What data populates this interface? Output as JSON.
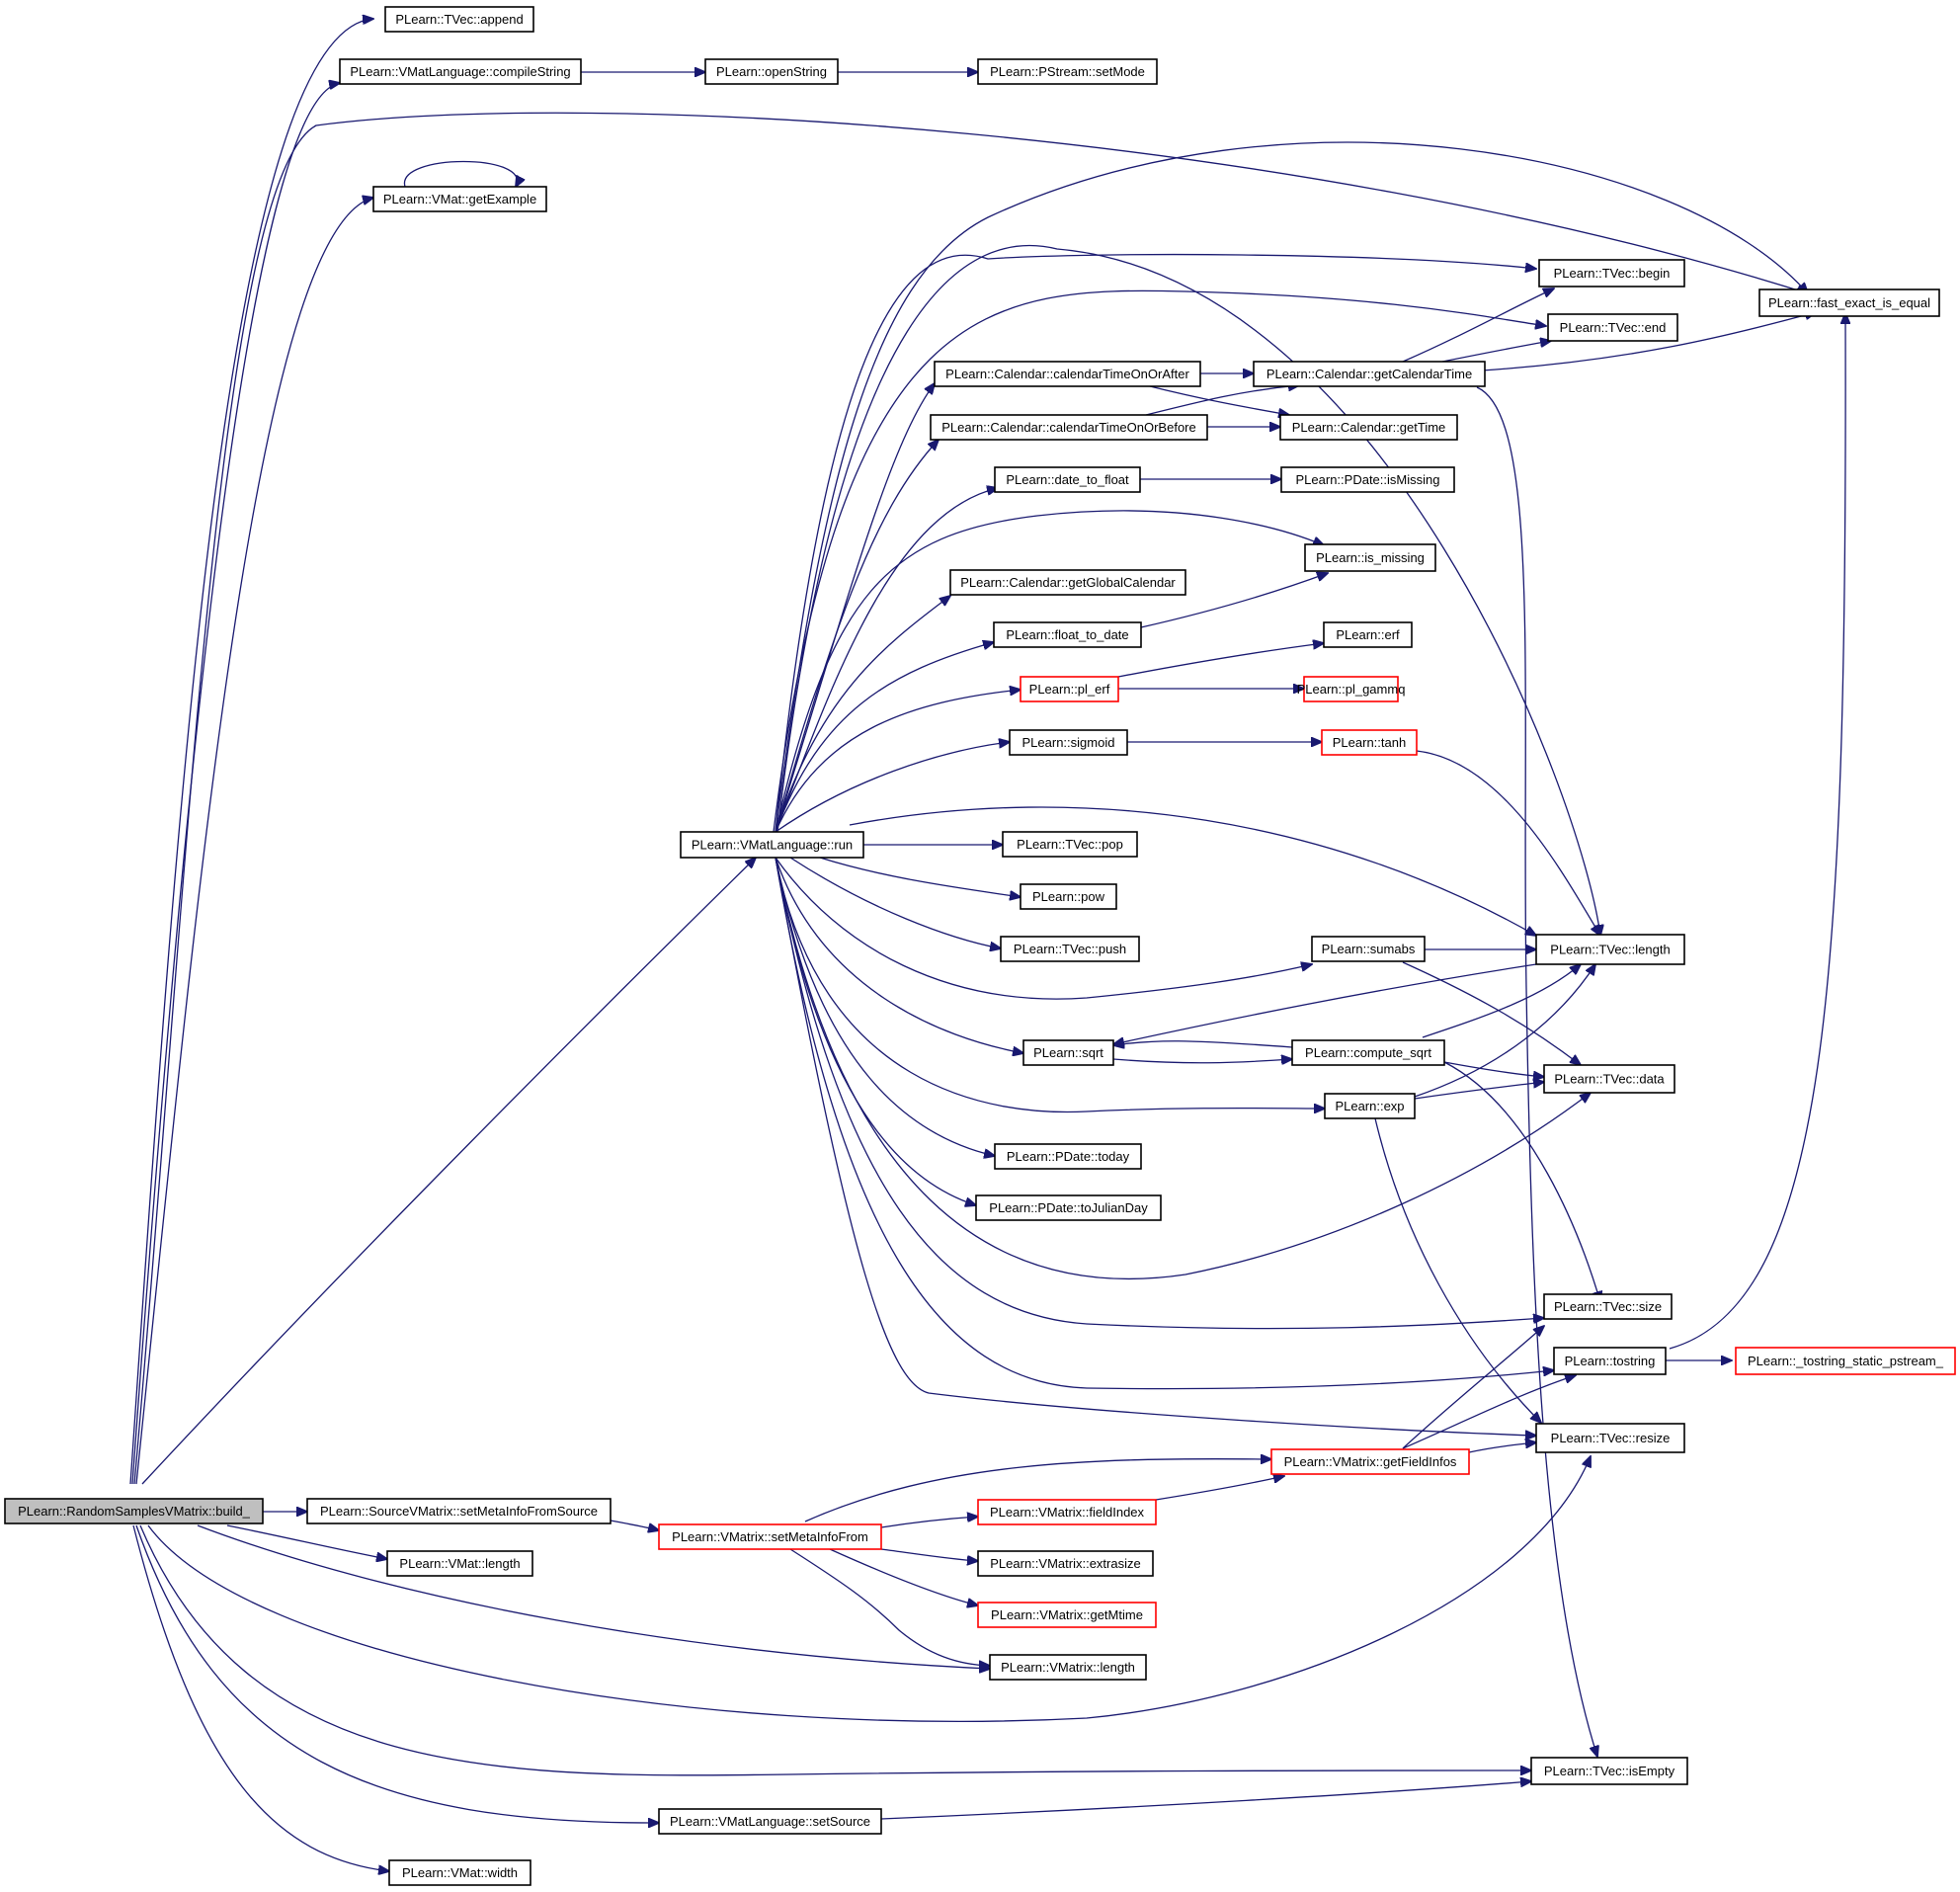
{
  "nodes": {
    "root": {
      "label": "PLearn::RandomSamplesVMatrix::build_"
    },
    "tvec_append": {
      "label": "PLearn::TVec::append"
    },
    "compileString": {
      "label": "PLearn::VMatLanguage::compileString"
    },
    "openString": {
      "label": "PLearn::openString"
    },
    "pstream_setMode": {
      "label": "PLearn::PStream::setMode"
    },
    "vmat_getExample": {
      "label": "PLearn::VMat::getExample"
    },
    "fast_exact_is_equal": {
      "label": "PLearn::fast_exact_is_equal"
    },
    "tvec_begin": {
      "label": "PLearn::TVec::begin"
    },
    "tvec_end": {
      "label": "PLearn::TVec::end"
    },
    "calTimeOnOrAfter": {
      "label": "PLearn::Calendar::calendarTimeOnOrAfter"
    },
    "getCalendarTime": {
      "label": "PLearn::Calendar::getCalendarTime"
    },
    "calTimeOnOrBefore": {
      "label": "PLearn::Calendar::calendarTimeOnOrBefore"
    },
    "cal_getTime": {
      "label": "PLearn::Calendar::getTime"
    },
    "date_to_float": {
      "label": "PLearn::date_to_float"
    },
    "pdate_isMissing": {
      "label": "PLearn::PDate::isMissing"
    },
    "is_missing": {
      "label": "PLearn::is_missing"
    },
    "getGlobalCalendar": {
      "label": "PLearn::Calendar::getGlobalCalendar"
    },
    "float_to_date": {
      "label": "PLearn::float_to_date"
    },
    "erf": {
      "label": "PLearn::erf"
    },
    "pl_erf": {
      "label": "PLearn::pl_erf"
    },
    "pl_gammq": {
      "label": "PLearn::pl_gammq"
    },
    "sigmoid": {
      "label": "PLearn::sigmoid"
    },
    "tanh": {
      "label": "PLearn::tanh"
    },
    "vmatlang_run": {
      "label": "PLearn::VMatLanguage::run"
    },
    "tvec_pop": {
      "label": "PLearn::TVec::pop"
    },
    "pow": {
      "label": "PLearn::pow"
    },
    "tvec_push": {
      "label": "PLearn::TVec::push"
    },
    "sumabs": {
      "label": "PLearn::sumabs"
    },
    "tvec_length": {
      "label": "PLearn::TVec::length"
    },
    "sqrt": {
      "label": "PLearn::sqrt"
    },
    "compute_sqrt": {
      "label": "PLearn::compute_sqrt"
    },
    "tvec_data": {
      "label": "PLearn::TVec::data"
    },
    "exp": {
      "label": "PLearn::exp"
    },
    "pdate_today": {
      "label": "PLearn::PDate::today"
    },
    "pdate_toJulianDay": {
      "label": "PLearn::PDate::toJulianDay"
    },
    "tvec_size": {
      "label": "PLearn::TVec::size"
    },
    "tostring": {
      "label": "PLearn::tostring"
    },
    "tostring_static": {
      "label": "PLearn::_tostring_static_pstream_"
    },
    "tvec_resize": {
      "label": "PLearn::TVec::resize"
    },
    "getFieldInfos": {
      "label": "PLearn::VMatrix::getFieldInfos"
    },
    "setMetaInfoFromSource": {
      "label": "PLearn::SourceVMatrix::setMetaInfoFromSource"
    },
    "fieldIndex": {
      "label": "PLearn::VMatrix::fieldIndex"
    },
    "setMetaInfoFrom": {
      "label": "PLearn::VMatrix::setMetaInfoFrom"
    },
    "vmat_length": {
      "label": "PLearn::VMat::length"
    },
    "extrasize": {
      "label": "PLearn::VMatrix::extrasize"
    },
    "getMtime": {
      "label": "PLearn::VMatrix::getMtime"
    },
    "vmatrix_length": {
      "label": "PLearn::VMatrix::length"
    },
    "tvec_isEmpty": {
      "label": "PLearn::TVec::isEmpty"
    },
    "setSource": {
      "label": "PLearn::VMatLanguage::setSource"
    },
    "vmat_width": {
      "label": "PLearn::VMat::width"
    }
  },
  "colors": {
    "edge": "#191970",
    "highlight_border": "#ff0000",
    "root_fill": "#bfbfbf"
  }
}
